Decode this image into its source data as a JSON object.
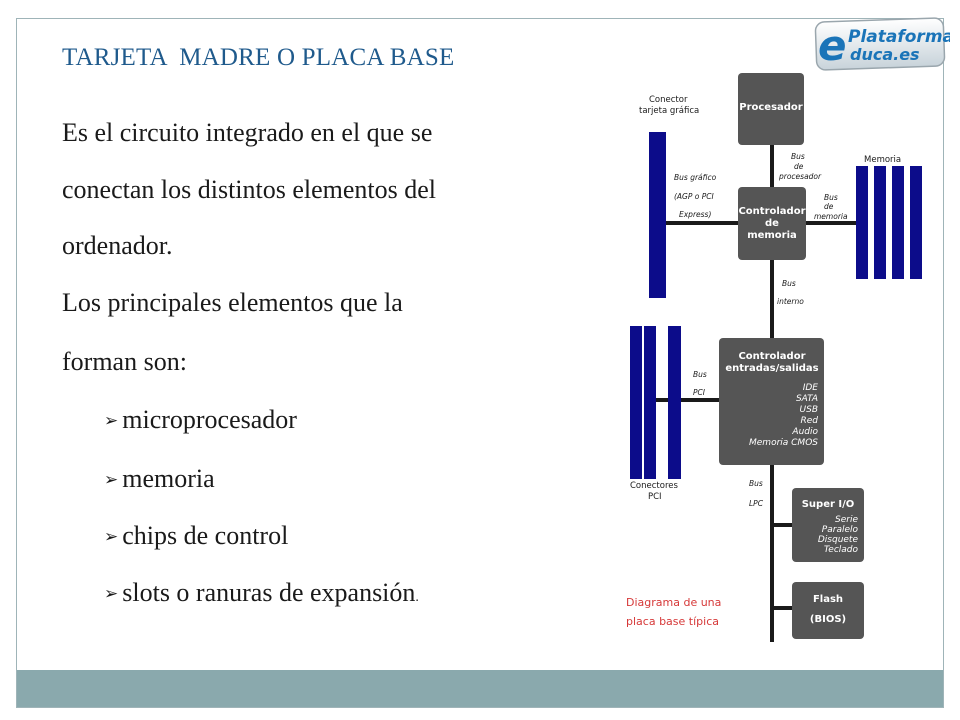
{
  "slide": {
    "title": "TARJETA  MADRE O PLACA BASE",
    "lines": [
      "Es el circuito integrado en el que se",
      "conectan los distintos elementos del",
      "ordenador.",
      "Los principales elementos que la",
      "forman son:"
    ],
    "bullets": [
      "microprocesador",
      "memoria",
      "chips de control",
      "slots o ranuras de expansión"
    ],
    "bullet_suffix": ".",
    "caption_lines": [
      "Diagrama de una",
      "placa base típica"
    ]
  },
  "logo": {
    "letter": "e",
    "line1": "Plataforma",
    "line2": "duca.es"
  },
  "diagram": {
    "processor": "Procesador",
    "mem_ctrl": [
      "Controlador",
      "de",
      "memoria"
    ],
    "io_ctrl": "Controlador",
    "io_ctrl_2": "entradas/salidas",
    "io_items": [
      "IDE",
      "SATA",
      "USB",
      "Red",
      "Audio",
      "Memoria CMOS"
    ],
    "super_io": "Super I/O",
    "super_io_items": [
      "Serie",
      "Paralelo",
      "Disquete",
      "Teclado"
    ],
    "flash": [
      "Flash",
      "(BIOS)"
    ],
    "gpu_conn": [
      "Conector",
      "tarjeta gráfica"
    ],
    "gfx_bus": [
      "Bus gráfico",
      "(AGP o PCI",
      "Express)"
    ],
    "proc_bus": [
      "Bus",
      "de",
      "procesador"
    ],
    "memory": "Memoria",
    "mem_bus": [
      "Bus",
      "de",
      "memoria"
    ],
    "int_bus": [
      "Bus",
      "interno"
    ],
    "pci_bus": [
      "Bus",
      "PCI"
    ],
    "pci_conn": [
      "Conectores",
      "PCI"
    ],
    "lpc_bus": [
      "Bus",
      "LPC"
    ]
  }
}
